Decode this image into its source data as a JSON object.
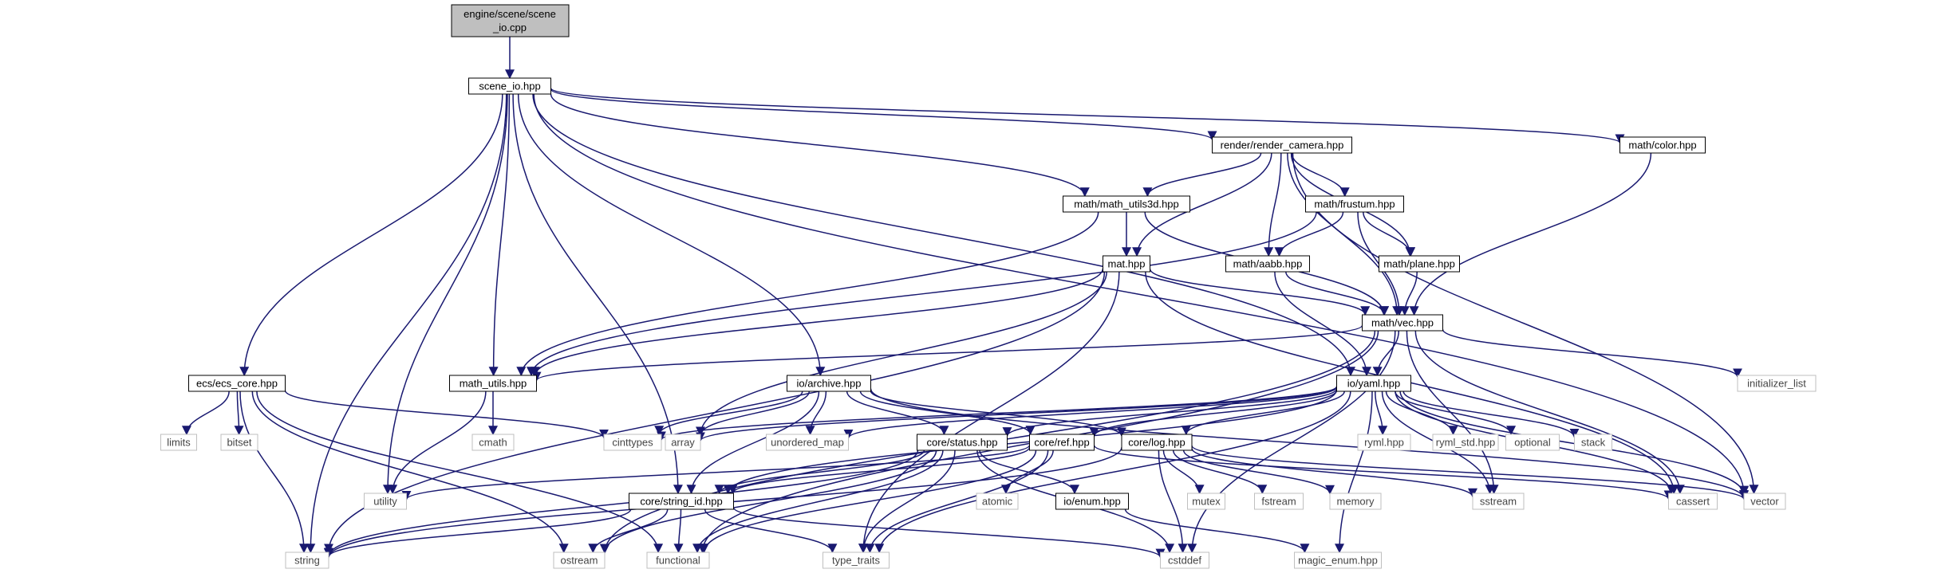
{
  "root": {
    "label_line1": "engine/scene/scene",
    "label_line2": "_io.cpp"
  },
  "colors": {
    "edge": "#191970",
    "root_fill": "#bfbfbf",
    "project_border": "#000000",
    "system_border": "#bfbfbf",
    "system_text": "#444444"
  },
  "nodes": [
    {
      "id": "scene_io",
      "label": "scene_io.hpp",
      "kind": "project"
    },
    {
      "id": "render_camera",
      "label": "render/render_camera.hpp",
      "kind": "project"
    },
    {
      "id": "color",
      "label": "math/color.hpp",
      "kind": "project"
    },
    {
      "id": "math_utils3d",
      "label": "math/math_utils3d.hpp",
      "kind": "project"
    },
    {
      "id": "frustum",
      "label": "math/frustum.hpp",
      "kind": "project"
    },
    {
      "id": "mat",
      "label": "mat.hpp",
      "kind": "project"
    },
    {
      "id": "aabb",
      "label": "math/aabb.hpp",
      "kind": "project"
    },
    {
      "id": "plane",
      "label": "math/plane.hpp",
      "kind": "project"
    },
    {
      "id": "vec",
      "label": "math/vec.hpp",
      "kind": "project"
    },
    {
      "id": "ecs_core",
      "label": "ecs/ecs_core.hpp",
      "kind": "project"
    },
    {
      "id": "math_utils",
      "label": "math_utils.hpp",
      "kind": "project"
    },
    {
      "id": "archive",
      "label": "io/archive.hpp",
      "kind": "project"
    },
    {
      "id": "yaml",
      "label": "io/yaml.hpp",
      "kind": "project"
    },
    {
      "id": "status",
      "label": "core/status.hpp",
      "kind": "project"
    },
    {
      "id": "ref",
      "label": "core/ref.hpp",
      "kind": "project"
    },
    {
      "id": "log",
      "label": "core/log.hpp",
      "kind": "project"
    },
    {
      "id": "enum",
      "label": "io/enum.hpp",
      "kind": "project"
    },
    {
      "id": "string_id",
      "label": "core/string_id.hpp",
      "kind": "project"
    },
    {
      "id": "initializer_list",
      "label": "initializer_list",
      "kind": "system"
    },
    {
      "id": "limits",
      "label": "limits",
      "kind": "system"
    },
    {
      "id": "bitset",
      "label": "bitset",
      "kind": "system"
    },
    {
      "id": "cmath",
      "label": "cmath",
      "kind": "system"
    },
    {
      "id": "cinttypes",
      "label": "cinttypes",
      "kind": "system"
    },
    {
      "id": "array",
      "label": "array",
      "kind": "system"
    },
    {
      "id": "unordered_map",
      "label": "unordered_map",
      "kind": "system"
    },
    {
      "id": "ryml",
      "label": "ryml.hpp",
      "kind": "system"
    },
    {
      "id": "ryml_std",
      "label": "ryml_std.hpp",
      "kind": "system"
    },
    {
      "id": "optional",
      "label": "optional",
      "kind": "system"
    },
    {
      "id": "stack",
      "label": "stack",
      "kind": "system"
    },
    {
      "id": "utility",
      "label": "utility",
      "kind": "system"
    },
    {
      "id": "atomic",
      "label": "atomic",
      "kind": "system"
    },
    {
      "id": "mutex",
      "label": "mutex",
      "kind": "system"
    },
    {
      "id": "fstream",
      "label": "fstream",
      "kind": "system"
    },
    {
      "id": "memory",
      "label": "memory",
      "kind": "system"
    },
    {
      "id": "sstream",
      "label": "sstream",
      "kind": "system"
    },
    {
      "id": "cassert",
      "label": "cassert",
      "kind": "system"
    },
    {
      "id": "vector",
      "label": "vector",
      "kind": "system"
    },
    {
      "id": "string",
      "label": "string",
      "kind": "system"
    },
    {
      "id": "ostream",
      "label": "ostream",
      "kind": "system"
    },
    {
      "id": "functional",
      "label": "functional",
      "kind": "system"
    },
    {
      "id": "type_traits",
      "label": "type_traits",
      "kind": "system"
    },
    {
      "id": "cstddef",
      "label": "cstddef",
      "kind": "system"
    },
    {
      "id": "magic_enum",
      "label": "magic_enum.hpp",
      "kind": "system"
    }
  ],
  "edges": [
    [
      "root",
      "scene_io"
    ],
    [
      "scene_io",
      "string"
    ],
    [
      "scene_io",
      "utility"
    ],
    [
      "scene_io",
      "ecs_core"
    ],
    [
      "scene_io",
      "string_id"
    ],
    [
      "scene_io",
      "math_utils"
    ],
    [
      "scene_io",
      "archive"
    ],
    [
      "scene_io",
      "yaml"
    ],
    [
      "scene_io",
      "math_utils3d"
    ],
    [
      "scene_io",
      "render_camera"
    ],
    [
      "scene_io",
      "color"
    ],
    [
      "scene_io",
      "vector"
    ],
    [
      "render_camera",
      "math_utils3d"
    ],
    [
      "render_camera",
      "mat"
    ],
    [
      "render_camera",
      "frustum"
    ],
    [
      "render_camera",
      "aabb"
    ],
    [
      "render_camera",
      "plane"
    ],
    [
      "render_camera",
      "vec"
    ],
    [
      "render_camera",
      "vector"
    ],
    [
      "color",
      "vec"
    ],
    [
      "math_utils3d",
      "mat"
    ],
    [
      "math_utils3d",
      "vec"
    ],
    [
      "math_utils3d",
      "math_utils"
    ],
    [
      "frustum",
      "aabb"
    ],
    [
      "frustum",
      "plane"
    ],
    [
      "frustum",
      "vec"
    ],
    [
      "frustum",
      "math_utils"
    ],
    [
      "aabb",
      "vec"
    ],
    [
      "aabb",
      "yaml"
    ],
    [
      "plane",
      "vec"
    ],
    [
      "mat",
      "vec"
    ],
    [
      "mat",
      "math_utils"
    ],
    [
      "mat",
      "string"
    ],
    [
      "mat",
      "array"
    ],
    [
      "mat",
      "cassert"
    ],
    [
      "mat",
      "type_traits"
    ],
    [
      "vec",
      "math_utils"
    ],
    [
      "vec",
      "yaml"
    ],
    [
      "vec",
      "initializer_list"
    ],
    [
      "vec",
      "cassert"
    ],
    [
      "vec",
      "sstream"
    ],
    [
      "vec",
      "ostream"
    ],
    [
      "vec",
      "functional"
    ],
    [
      "vec",
      "cstddef"
    ],
    [
      "ecs_core",
      "limits"
    ],
    [
      "ecs_core",
      "bitset"
    ],
    [
      "ecs_core",
      "cinttypes"
    ],
    [
      "ecs_core",
      "string"
    ],
    [
      "ecs_core",
      "ostream"
    ],
    [
      "ecs_core",
      "functional"
    ],
    [
      "math_utils",
      "cmath"
    ],
    [
      "math_utils",
      "utility"
    ],
    [
      "archive",
      "cinttypes"
    ],
    [
      "archive",
      "array"
    ],
    [
      "archive",
      "unordered_map"
    ],
    [
      "archive",
      "status"
    ],
    [
      "archive",
      "ref"
    ],
    [
      "archive",
      "log"
    ],
    [
      "archive",
      "vector"
    ],
    [
      "archive",
      "string_id"
    ],
    [
      "yaml",
      "cinttypes"
    ],
    [
      "yaml",
      "array"
    ],
    [
      "yaml",
      "unordered_map"
    ],
    [
      "yaml",
      "status"
    ],
    [
      "yaml",
      "ref"
    ],
    [
      "yaml",
      "log"
    ],
    [
      "yaml",
      "ryml"
    ],
    [
      "yaml",
      "ryml_std"
    ],
    [
      "yaml",
      "optional"
    ],
    [
      "yaml",
      "stack"
    ],
    [
      "yaml",
      "cassert"
    ],
    [
      "yaml",
      "vector"
    ],
    [
      "yaml",
      "sstream"
    ],
    [
      "yaml",
      "string_id"
    ],
    [
      "yaml",
      "magic_enum"
    ],
    [
      "yaml",
      "type_traits"
    ],
    [
      "status",
      "enum"
    ],
    [
      "status",
      "string_id"
    ],
    [
      "status",
      "string"
    ],
    [
      "status",
      "ostream"
    ],
    [
      "status",
      "functional"
    ],
    [
      "status",
      "type_traits"
    ],
    [
      "status",
      "cstddef"
    ],
    [
      "ref",
      "utility"
    ],
    [
      "ref",
      "atomic"
    ],
    [
      "ref",
      "functional"
    ],
    [
      "ref",
      "type_traits"
    ],
    [
      "ref",
      "cassert"
    ],
    [
      "ref",
      "string_id"
    ],
    [
      "log",
      "mutex"
    ],
    [
      "log",
      "fstream"
    ],
    [
      "log",
      "memory"
    ],
    [
      "log",
      "sstream"
    ],
    [
      "log",
      "string"
    ],
    [
      "log",
      "vector"
    ],
    [
      "log",
      "cstddef"
    ],
    [
      "enum",
      "magic_enum"
    ],
    [
      "string_id",
      "string"
    ],
    [
      "string_id",
      "ostream"
    ],
    [
      "string_id",
      "functional"
    ],
    [
      "string_id",
      "type_traits"
    ],
    [
      "string_id",
      "cstddef"
    ]
  ]
}
